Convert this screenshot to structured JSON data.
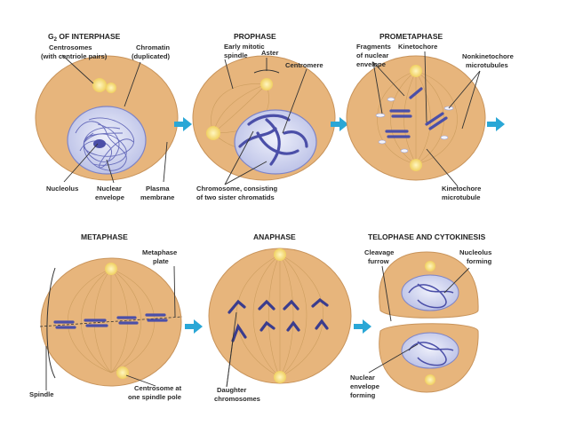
{
  "stages": {
    "g2": {
      "title": "G",
      "title_sub": "2",
      "title_rest": " OF INTERPHASE",
      "labels": {
        "centrosomes_1": "Centrosomes",
        "centrosomes_2": "(with centriole pairs)",
        "chromatin_1": "Chromatin",
        "chromatin_2": "(duplicated)",
        "nucleolus": "Nucleolus",
        "nuclear_1": "Nuclear",
        "nuclear_2": "envelope",
        "plasma_1": "Plasma",
        "plasma_2": "membrane"
      }
    },
    "prophase": {
      "title": "PROPHASE",
      "labels": {
        "early_1": "Early mitotic",
        "early_2": "spindle",
        "aster": "Aster",
        "centromere": "Centromere",
        "chromosome_1": "Chromosome, consisting",
        "chromosome_2": "of two sister chromatids"
      }
    },
    "prometaphase": {
      "title": "PROMETAPHASE",
      "labels": {
        "frag_1": "Fragments",
        "frag_2": "of nuclear",
        "frag_3": "envelope",
        "kinetochore": "Kinetochore",
        "nonkin_1": "Nonkinetochore",
        "nonkin_2": "microtubules",
        "kinmt_1": "Kinetochore",
        "kinmt_2": "microtubule"
      }
    },
    "metaphase": {
      "title": "METAPHASE",
      "labels": {
        "plate_1": "Metaphase",
        "plate_2": "plate",
        "spindle": "Spindle",
        "centro_1": "Centrosome at",
        "centro_2": "one spindle pole"
      }
    },
    "anaphase": {
      "title": "ANAPHASE",
      "labels": {
        "daughter_1": "Daughter",
        "daughter_2": "chromosomes"
      }
    },
    "telophase": {
      "title": "TELOPHASE AND CYTOKINESIS",
      "labels": {
        "cleavage_1": "Cleavage",
        "cleavage_2": "furrow",
        "nucleolus_1": "Nucleolus",
        "nucleolus_2": "forming",
        "envelope_1": "Nuclear",
        "envelope_2": "envelope",
        "envelope_3": "forming"
      }
    }
  },
  "colors": {
    "cell": "#e7b57c",
    "chromosome": "#4b4fa8",
    "nucleus": "#cfd3f0",
    "arrow": "#2aa7d6"
  }
}
